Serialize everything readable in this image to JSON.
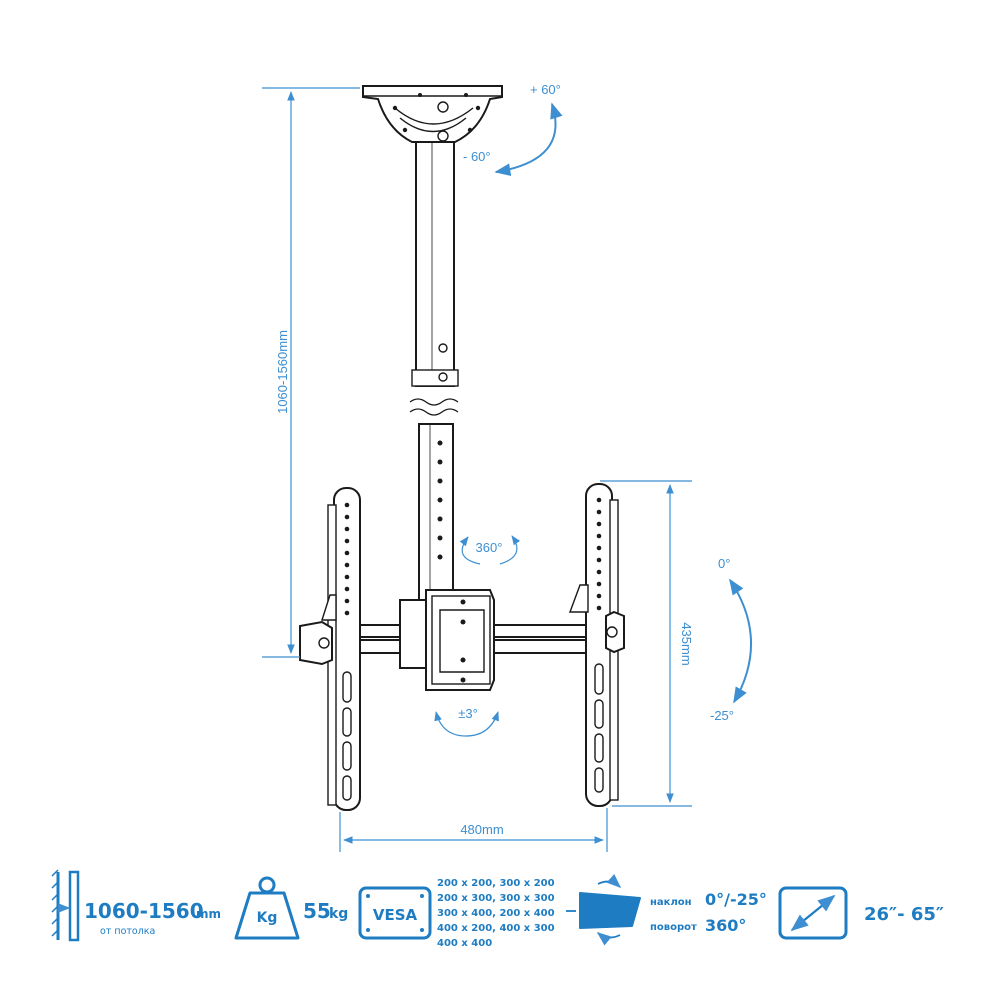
{
  "dimensions": {
    "height_range": "1060-1560mm",
    "plate_height": "435mm",
    "width": "480mm",
    "pitch_up": "+ 60°",
    "pitch_down": "- 60°",
    "rotation": "360°",
    "swivel": "±3°",
    "tilt_top": "0°",
    "tilt_bottom": "-25°"
  },
  "specs": {
    "height_value": "1060-1560",
    "height_unit": "mm",
    "height_note": "от потолка",
    "weight_icon_label": "Kg",
    "weight_value": "55",
    "weight_unit": "kg",
    "vesa_label": "VESA",
    "vesa_sizes": [
      "200 x 200, 300 x 200",
      "200 x 300, 300 x 300",
      "300 x 400, 200 x 400",
      "400 x 200, 400 x 300",
      "400 x 400"
    ],
    "tilt_label": "наклон",
    "tilt_value": "0°/-25°",
    "rotate_label": "поворот",
    "rotate_value": "360°",
    "screen_size": "26″- 65″"
  },
  "colors": {
    "accent": "#3d8fd1",
    "spec_text": "#1e7cc2",
    "outline": "#1a1a1a"
  }
}
